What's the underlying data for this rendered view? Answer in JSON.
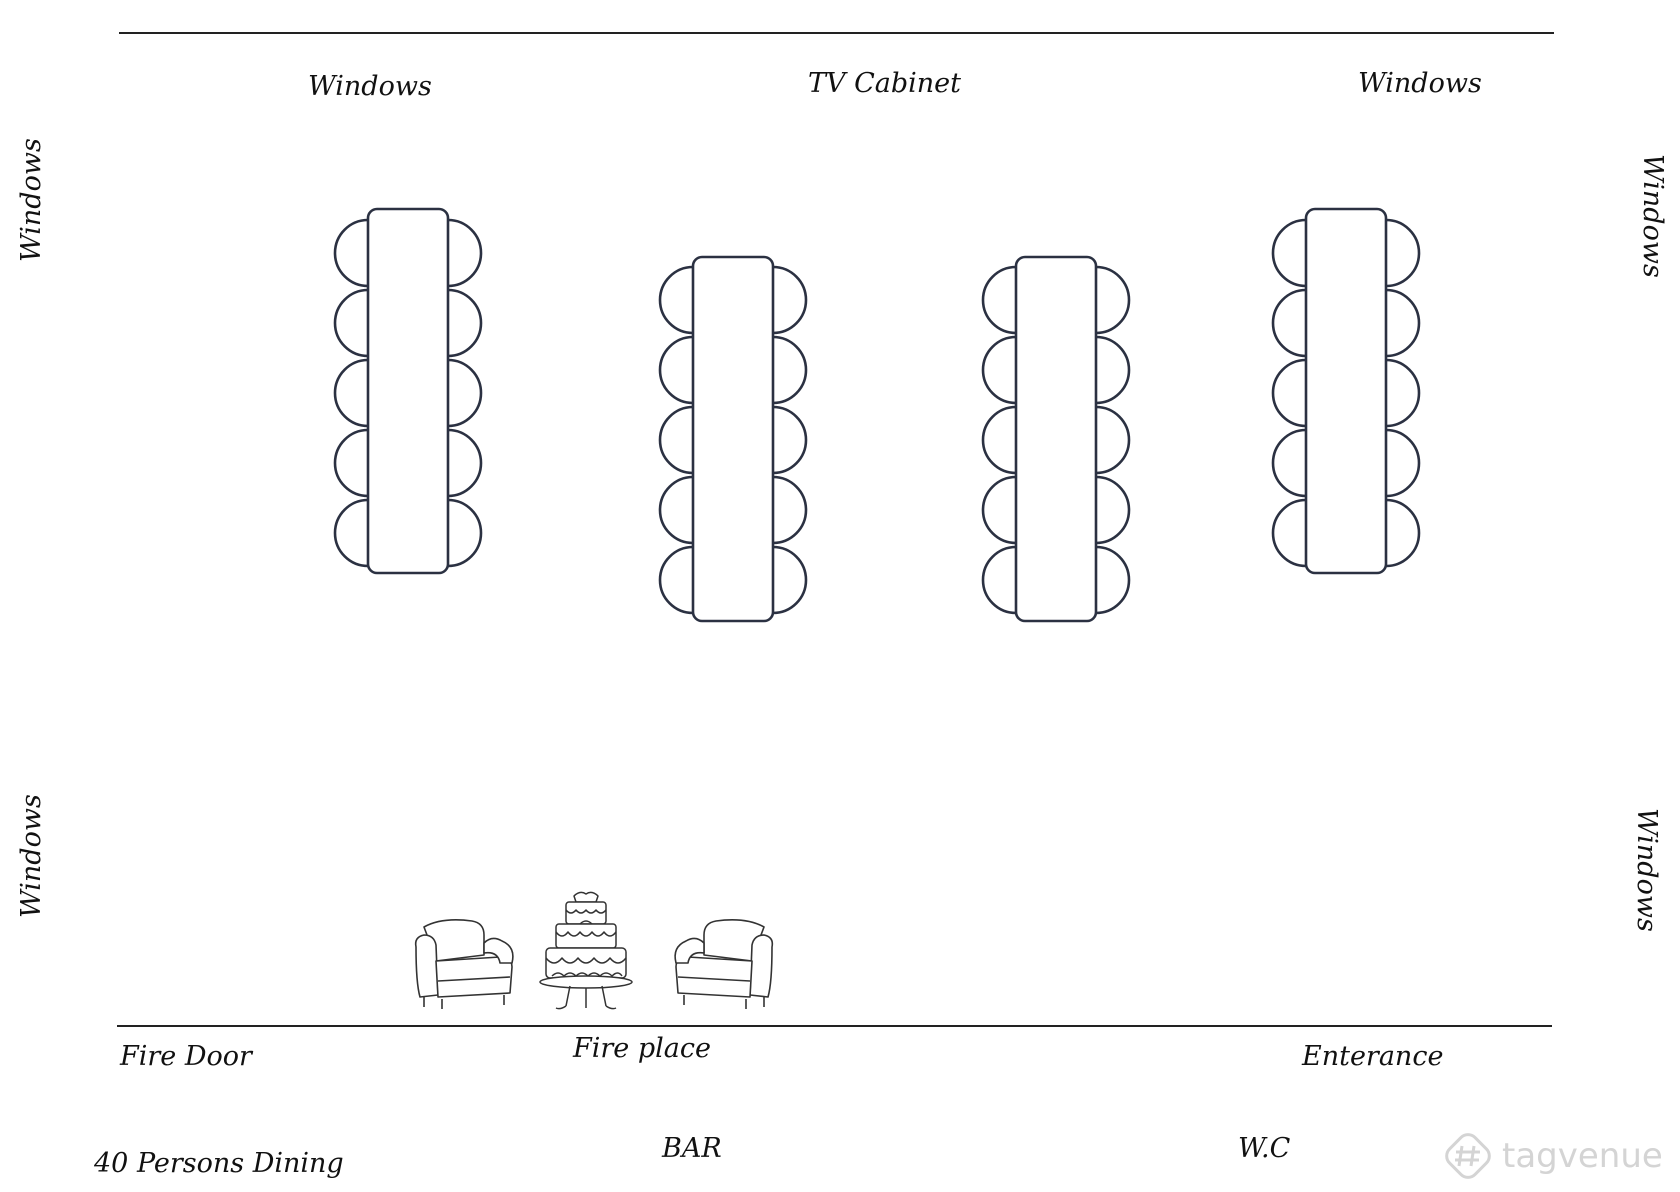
{
  "labels": {
    "windows_top_left": "Windows",
    "tv_cabinet": "TV Cabinet",
    "windows_top_right": "Windows",
    "windows_left_upper": "Windows",
    "windows_left_lower": "Windows",
    "windows_right_upper": "Windows",
    "windows_right_lower": "Windows",
    "fire_door": "Fire Door",
    "fire_place": "Fire place",
    "enterance": "Enterance",
    "bar": "BAR",
    "wc": "W.C",
    "capacity": "40 Persons Dining"
  },
  "watermark": {
    "text": "tagvenue",
    "icon": "tagvenue-logo-icon"
  },
  "tables": [
    {
      "id": "table-1",
      "chairs_per_side": 5
    },
    {
      "id": "table-2",
      "chairs_per_side": 5
    },
    {
      "id": "table-3",
      "chairs_per_side": 5
    },
    {
      "id": "table-4",
      "chairs_per_side": 5
    }
  ],
  "decor": {
    "armchair_icon": "armchair-icon",
    "cake_icon": "wedding-cake-icon"
  },
  "colors": {
    "outline": "#2b3142",
    "text": "#111111",
    "watermark": "#d4d4d4"
  }
}
